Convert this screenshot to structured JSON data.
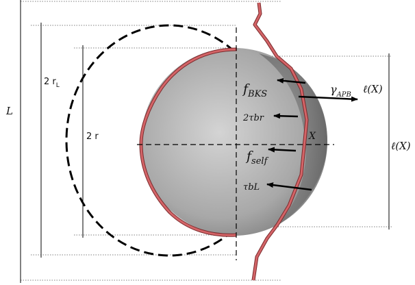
{
  "labels": {
    "L": "L",
    "two_r_L": "2 r",
    "two_r_L_sub": "L",
    "two_r": "2 r",
    "f_BKS": "f",
    "f_BKS_sub": "BKS",
    "gamma_APB": "γ",
    "gamma_APB_sub": "APB",
    "ell_X_force": "ℓ(X)",
    "tau_br": "2τbr",
    "X": "X",
    "f_self": "f",
    "f_self_sub": "self",
    "tau_bL": "τbL",
    "ell_X_side": "ℓ(X)"
  },
  "colors": {
    "sphere_light": "#d0d0d0",
    "sphere_dark": "#7a7a7a",
    "dislocation": "#c8595b",
    "arrow": "#000000",
    "dotted": "#444444"
  }
}
